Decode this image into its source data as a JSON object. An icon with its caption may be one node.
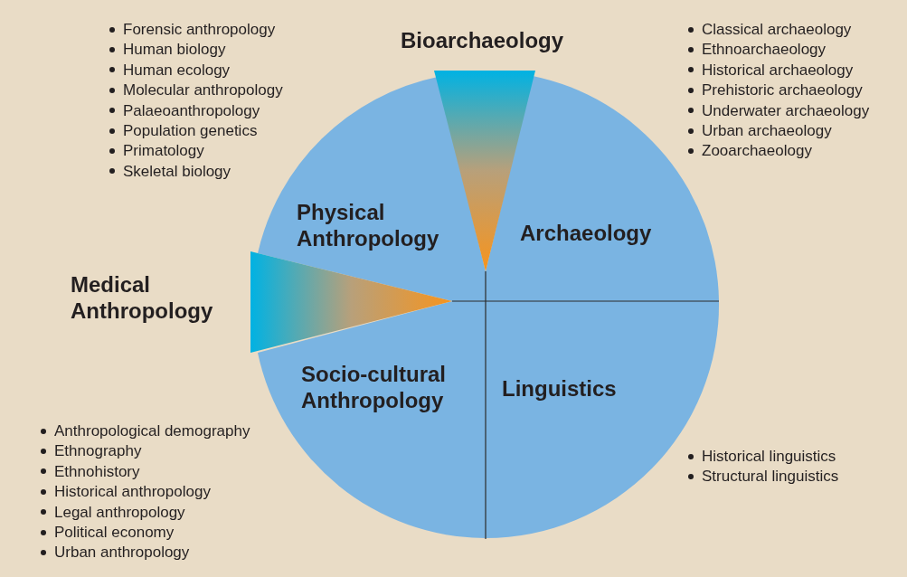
{
  "diagram": {
    "nodes": [
      {
        "text": [
          "Physical Anthropology"
        ],
        "beside": [
          "Forensic anthropology",
          "Human biology",
          "Human ecology",
          "Molecular anthropology",
          "Palaeoanthropology",
          "Population genetics",
          "Primatology",
          "Skeletal biology"
        ]
      },
      {
        "text": [
          "Archaeology"
        ],
        "beside": [
          "Classical archaeology",
          "Ethnoarchaeology",
          "Historical archaeology",
          "Prehistoric archaeology",
          "Underwater archaeology",
          "Urban archaeology",
          "Zooarchaeology"
        ]
      },
      {
        "text": [
          "Socio-cultural Anthropology"
        ],
        "beside": [
          "Anthropological demography",
          "Ethnography",
          "Ethnohistory",
          "Historical anthropology",
          "Legal anthropology",
          "Political economy",
          "Urban anthropology"
        ]
      },
      {
        "text": [
          "Linguistics"
        ],
        "beside": [
          "Historical linguistics",
          "Structural linguistics"
        ]
      },
      {
        "text": [
          "Bioarchaeology"
        ]
      },
      {
        "text": [
          "Medical Anthropology"
        ]
      }
    ],
    "edges": []
  }
}
